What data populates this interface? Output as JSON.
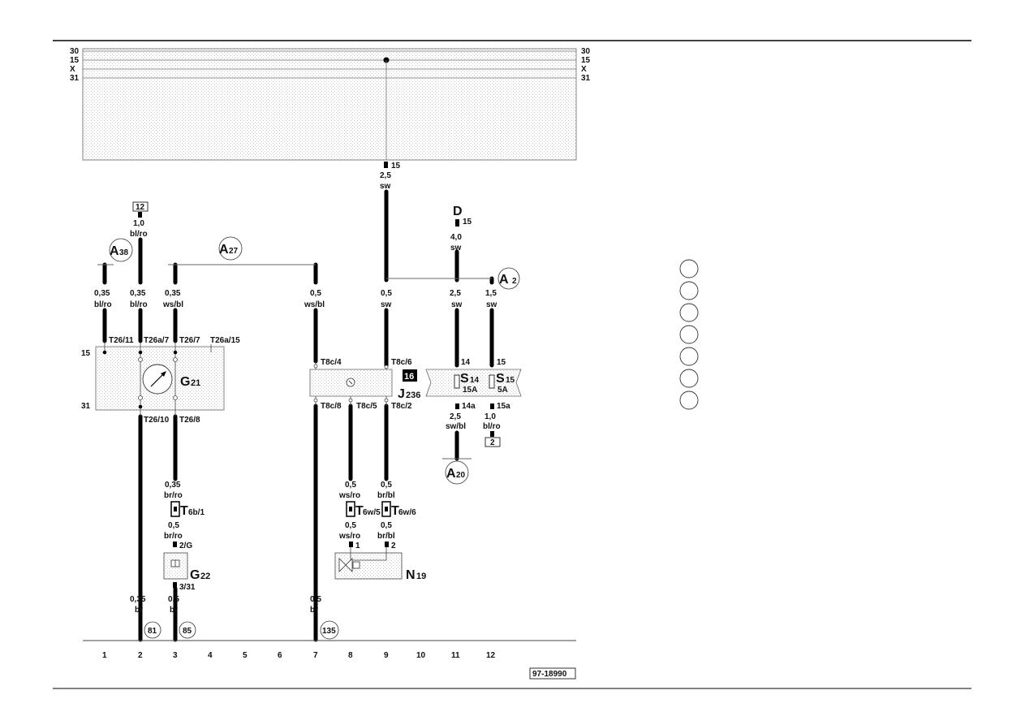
{
  "bus": {
    "left": [
      "30",
      "15",
      "X",
      "31"
    ],
    "right": [
      "30",
      "15",
      "X",
      "31"
    ]
  },
  "wires": [
    {
      "num": "15",
      "size": "2,5",
      "color": "sw"
    },
    {
      "id": "12",
      "size": "1,0",
      "color": "bl/ro"
    },
    {
      "num": "15",
      "label": "D",
      "size": "4,0",
      "color": "sw"
    },
    {
      "size": "0,35",
      "color": "bl/ro"
    },
    {
      "size": "0,35",
      "color": "bl/ro"
    },
    {
      "size": "0,35",
      "color": "ws/bl"
    },
    {
      "size": "0,5",
      "color": "ws/bl"
    },
    {
      "size": "0,5",
      "color": "sw"
    },
    {
      "size": "2,5",
      "color": "sw"
    },
    {
      "size": "1,5",
      "color": "sw"
    }
  ],
  "connectors_top": [
    "T26/11",
    "T26a/7",
    "T26/7",
    "T26a/15",
    "T8c/4",
    "T8c/6",
    "14",
    "15"
  ],
  "connectors_bottom": [
    "T26/10",
    "T26/8",
    "T8c/8",
    "T8c/5",
    "T8c/2",
    "14a",
    "15a"
  ],
  "side_labels": {
    "left_15": "15",
    "left_31": "31"
  },
  "components": {
    "g21": {
      "letter": "G",
      "sub": "21"
    },
    "j236": {
      "letter": "J",
      "sub": "236",
      "box": "16"
    },
    "s14": {
      "letter": "S",
      "sub": "14",
      "rating": "15A"
    },
    "s15": {
      "letter": "S",
      "sub": "15",
      "rating": "5A"
    },
    "g22": {
      "letter": "G",
      "sub": "22"
    },
    "n19": {
      "letter": "N",
      "sub": "19"
    }
  },
  "splices": [
    {
      "letter": "A",
      "sub": "38"
    },
    {
      "letter": "A",
      "sub": "27"
    },
    {
      "letter": "A",
      "sub": "2"
    },
    {
      "letter": "A",
      "sub": "20"
    }
  ],
  "lower_wires": [
    {
      "size": "2,5",
      "color": "sw/bl"
    },
    {
      "size": "1,0",
      "color": "bl/ro",
      "ref": "2"
    },
    {
      "size": "0,35",
      "color": "br/ro"
    },
    {
      "size": "0,5",
      "color": "br/ro"
    },
    {
      "size": "0,5",
      "color": "ws/ro"
    },
    {
      "size": "0,5",
      "color": "br/bl"
    },
    {
      "size": "0,5",
      "color": "ws/ro"
    },
    {
      "size": "0,5",
      "color": "br/bl"
    }
  ],
  "plugs": {
    "t6b": {
      "letter": "T",
      "sub": "6b/1"
    },
    "t6w5": {
      "letter": "T",
      "sub": "6w/5"
    },
    "t6w6": {
      "letter": "T",
      "sub": "6w/6"
    }
  },
  "pins": {
    "g22_top": "2/G",
    "g22_bottom": "3/31",
    "n19_1": "1",
    "n19_2": "2"
  },
  "ground_wires": [
    {
      "size": "0,35",
      "color": "br",
      "ground": "81"
    },
    {
      "size": "0,5",
      "color": "br",
      "ground": "85"
    },
    {
      "size": "0,5",
      "color": "br",
      "ground": "135"
    }
  ],
  "columns": [
    "1",
    "2",
    "3",
    "4",
    "5",
    "6",
    "7",
    "8",
    "9",
    "10",
    "11",
    "12"
  ],
  "drawing_number": "97-18990",
  "circles": 7
}
